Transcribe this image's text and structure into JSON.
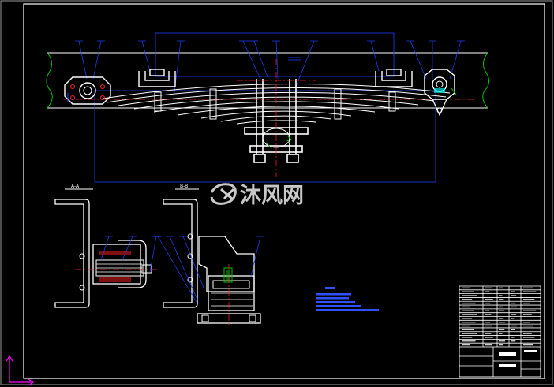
{
  "watermark": {
    "text": "沐风网",
    "color": "#c8c8c8"
  },
  "colors": {
    "background": "#000000",
    "frame": "#ffffff",
    "part_outline": "#ffffff",
    "leader_line": "#2040ff",
    "center_line": "#ff2020",
    "hatch_green": "#00c000",
    "cyan_fill": "#00e0e0",
    "notes_text": "#3050ff",
    "ucs_axis": "#ff00ff"
  },
  "section_views": {
    "left_label": "A-A",
    "right_label": "B-B"
  },
  "title_block": {
    "rows": 16,
    "columns": 5
  },
  "technical_notes": {
    "line_count": 5
  }
}
